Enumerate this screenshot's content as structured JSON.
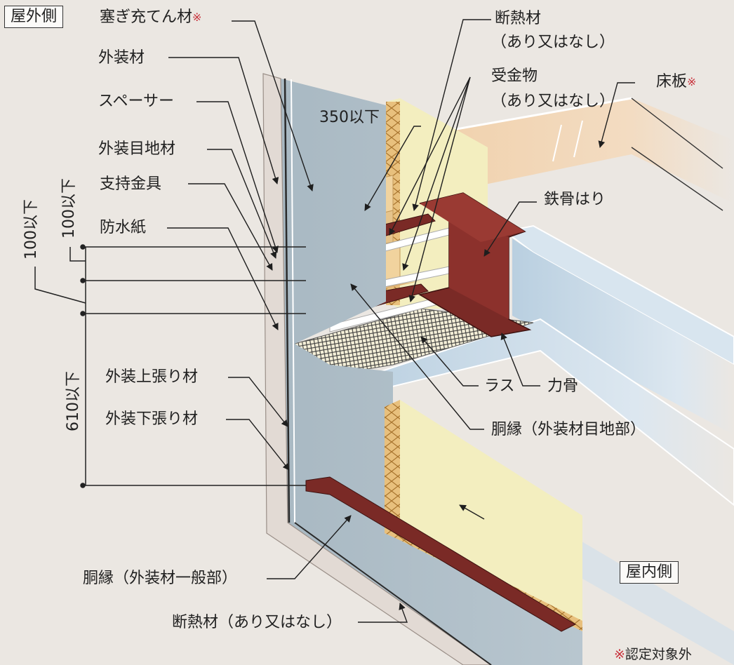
{
  "labels": {
    "outdoor": "屋外側",
    "indoor": "屋内側",
    "caulk": "塞ぎ充てん材",
    "cladding": "外装材",
    "spacer": "スペーサー",
    "joint_sealant": "外装目地材",
    "bracket": "支持金具",
    "waterproof_paper": "防水紙",
    "upper_board": "外装上張り材",
    "lower_board": "外装下張り材",
    "furring_general": "胴縁（外装材一般部）",
    "insulation_bottom": "断熱材（あり又はなし）",
    "insulation_top": "断熱材",
    "insulation_top_sub": "（あり又はなし）",
    "receiver": "受金物",
    "receiver_sub": "（あり又はなし）",
    "floor_slab": "床板",
    "steel_beam": "鉄骨はり",
    "lath": "ラス",
    "rebar": "力骨",
    "furring_joint": "胴縁（外装材目地部）",
    "mark": "※",
    "footnote": "※認定対象外"
  },
  "dimensions": {
    "dim_350": "350以下",
    "dim_100a": "100以下",
    "dim_100b": "100以下",
    "dim_610": "610以下"
  },
  "colors": {
    "background": "#ebe7e2",
    "wall_board": "#a8b8c2",
    "wall_edge": "#e2dad4",
    "steel": "#7a2a26",
    "steel_dark": "#4e1715",
    "wood": "#e6c48c",
    "insulation": "#f3eebf",
    "slab": "#f1d2b2",
    "deck": "#c9dbe8",
    "mark_red": "#c8323c"
  },
  "icons": [
    "arrow-icon"
  ]
}
